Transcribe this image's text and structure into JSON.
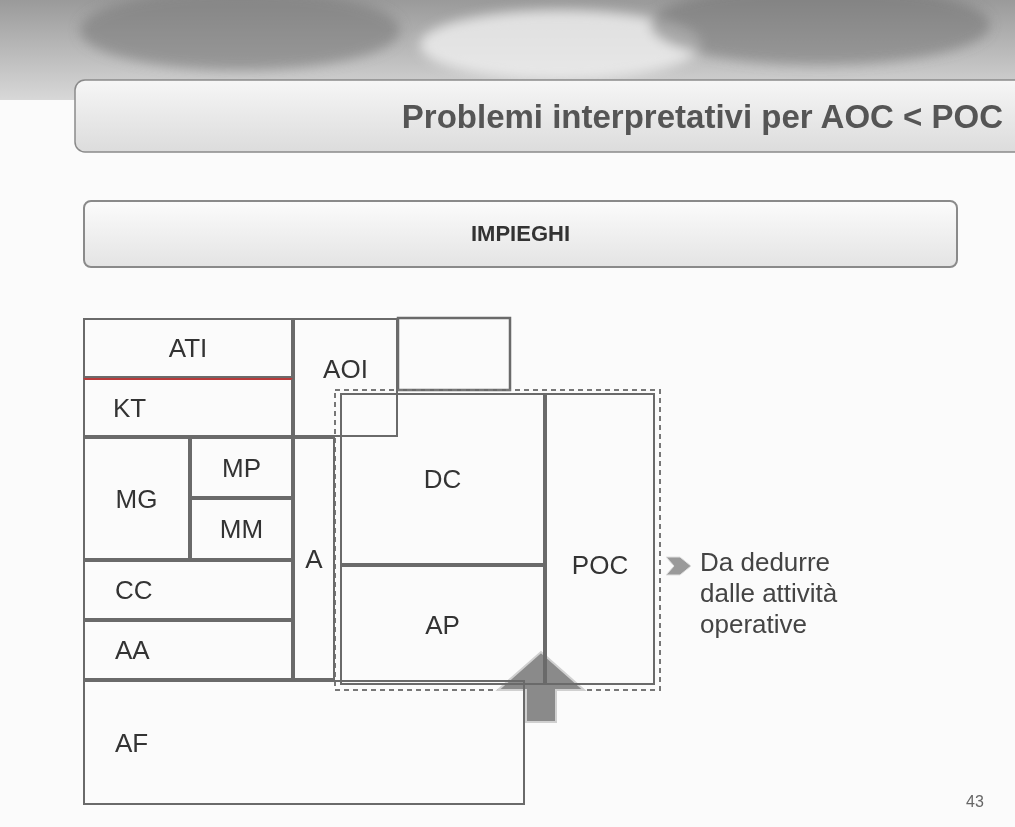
{
  "diagram": {
    "title": "Problemi interpretativi per AOC < POC",
    "nodes": [
      {
        "text": [
          "IMPIEGHI"
        ]
      },
      {
        "text": [
          "ATI"
        ]
      },
      {
        "text": [
          "KT"
        ]
      },
      {
        "text": [
          "AOI"
        ]
      },
      {
        "text": [
          "MG"
        ]
      },
      {
        "text": [
          "MP"
        ]
      },
      {
        "text": [
          "MM"
        ]
      },
      {
        "text": [
          "A"
        ]
      },
      {
        "text": [
          "CC"
        ]
      },
      {
        "text": [
          "AA"
        ]
      },
      {
        "text": [
          "AF"
        ]
      },
      {
        "text": [
          "DC"
        ]
      },
      {
        "text": [
          "AP"
        ]
      },
      {
        "text": [
          "POC"
        ]
      }
    ],
    "labels": [
      "Da dedurre dalle attività operative",
      "43"
    ]
  }
}
